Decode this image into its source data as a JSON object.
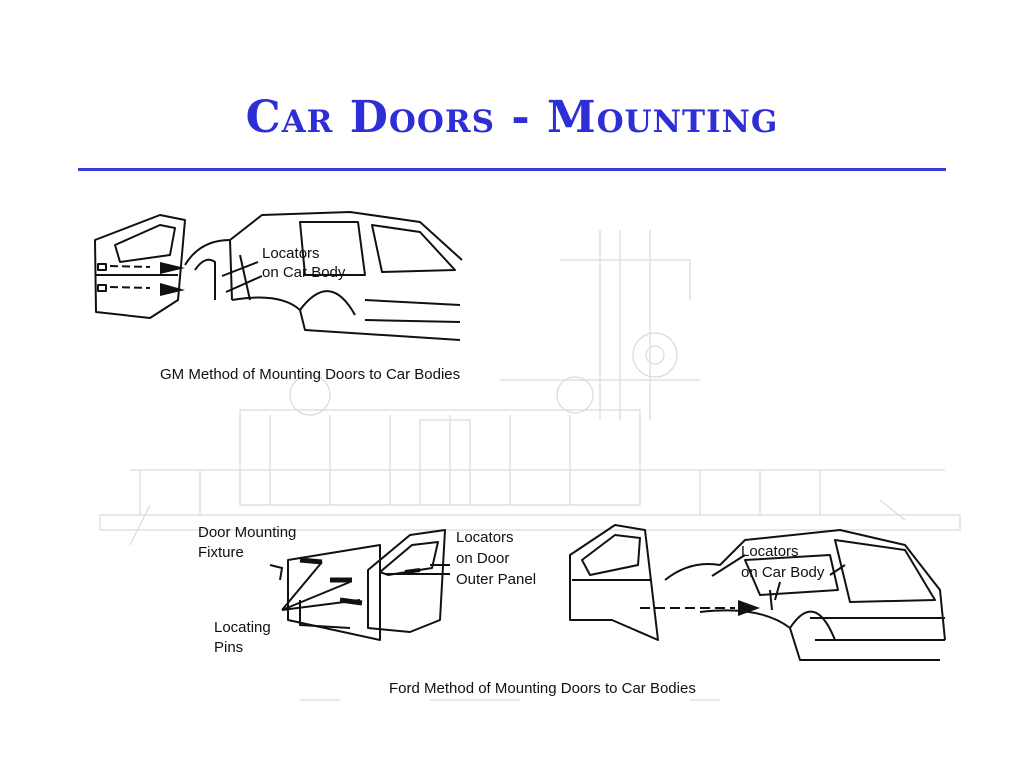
{
  "slide": {
    "title": "Car Doors - Mounting"
  },
  "gm": {
    "locators_line1": "Locators",
    "locators_line2": "on Car Body",
    "caption": "GM Method of Mounting Doors to Car Bodies"
  },
  "ford": {
    "fixture_line1": "Door Mounting",
    "fixture_line2": "Fixture",
    "pins_line1": "Locating",
    "pins_line2": "Pins",
    "door_locators_line1": "Locators",
    "door_locators_line2": "on Door",
    "door_locators_line3": "Outer Panel",
    "body_locators_line1": "Locators",
    "body_locators_line2": "on Car Body",
    "caption": "Ford Method of Mounting Doors to Car Bodies"
  }
}
